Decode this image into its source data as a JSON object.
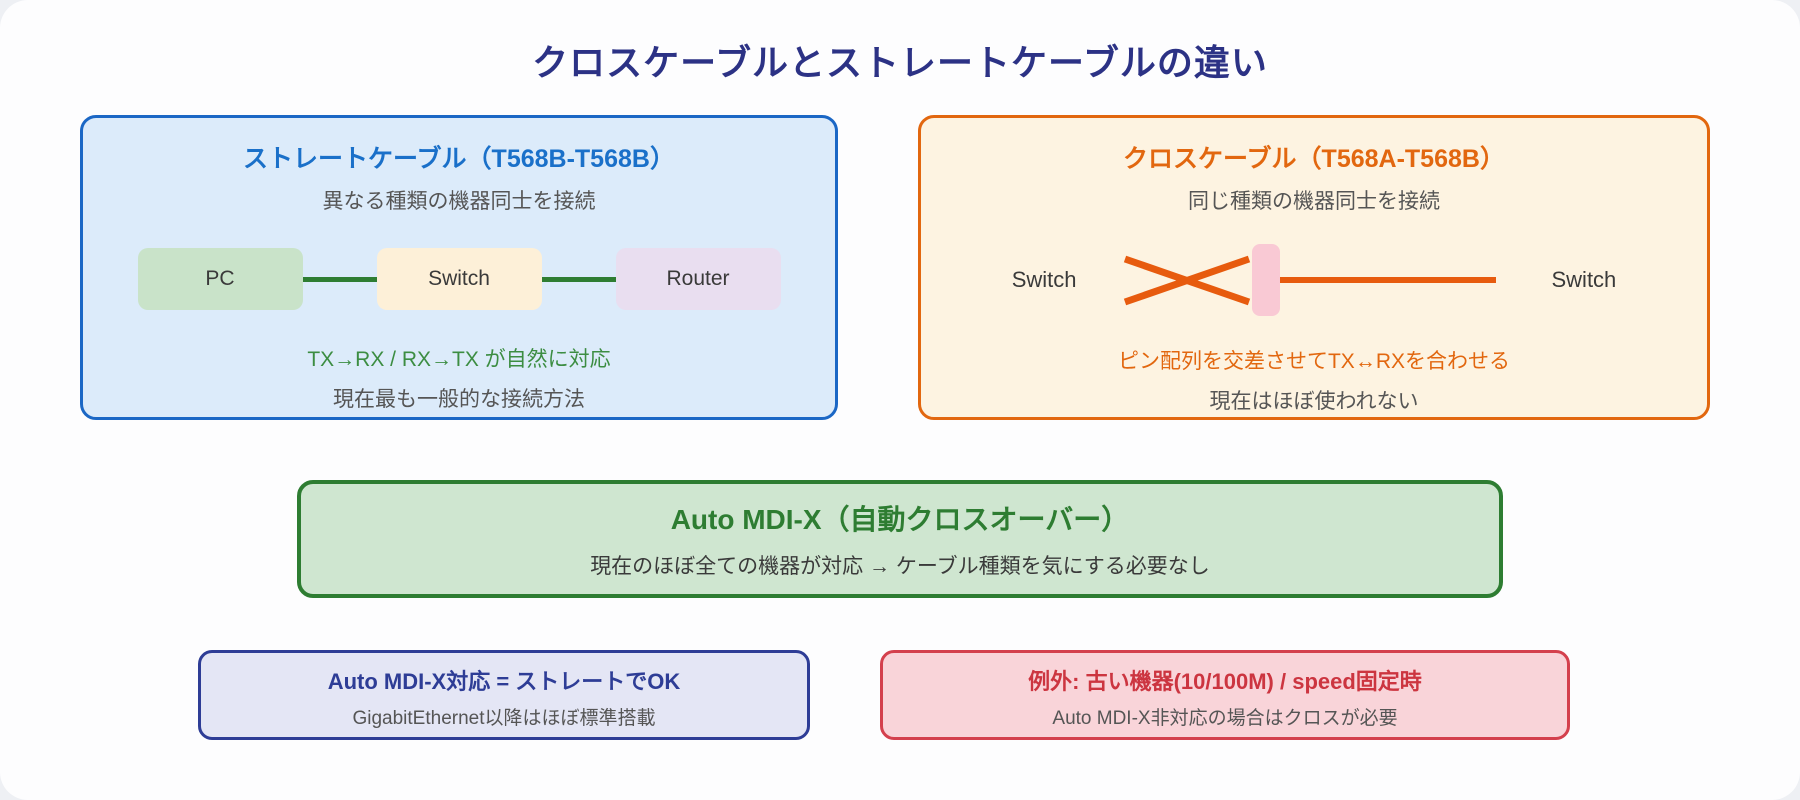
{
  "title": "クロスケーブルとストレートケーブルの違い",
  "colors": {
    "page_bg": "#eef0f4",
    "canvas_bg": "#fdfdfe",
    "title_navy": "#2c3285",
    "blue_border": "#1b67c5",
    "blue_bg": "#dcebfa",
    "blue_title": "#1a70c9",
    "orange_border": "#e2670f",
    "orange_bg": "#fdf3e1",
    "orange_line": "#e75b0e",
    "green_dark": "#2e7d32",
    "green_bg": "#cfe6d0",
    "green_note": "#3c8d42",
    "device_pc_bg": "#c9e3c9",
    "device_switch_bg": "#fdf0d8",
    "device_router_bg": "#e9def0",
    "pink_connector": "#f9c9d4",
    "lavender_bg": "#e4e6f5",
    "lavender_border": "#2e3d96",
    "red_bg": "#f9d4d9",
    "red_border": "#d4404d",
    "red_title": "#cc3540",
    "text_dark": "#3a3a3a",
    "text_muted": "#555555"
  },
  "straight_card": {
    "title": "ストレートケーブル（T568B-T568B）",
    "subtitle": "異なる種類の機器同士を接続",
    "devices": [
      {
        "label": "PC"
      },
      {
        "label": "Switch"
      },
      {
        "label": "Router"
      }
    ],
    "note_accent": "TX→RX / RX→TX が自然に対応",
    "note_muted": "現在最も一般的な接続方法"
  },
  "cross_card": {
    "title": "クロスケーブル（T568A-T568B）",
    "subtitle": "同じ種類の機器同士を接続",
    "left_device": "Switch",
    "right_device": "Switch",
    "note_accent": "ピン配列を交差させてTX↔RXを合わせる",
    "note_muted": "現在はほぼ使われない"
  },
  "mdix_banner": {
    "title": "Auto MDI-X（自動クロスオーバー）",
    "subtitle": "現在のほぼ全ての機器が対応 → ケーブル種類を気にする必要なし"
  },
  "bottom_left": {
    "title": "Auto MDI-X対応 = ストレートでOK",
    "subtitle": "GigabitEthernet以降はほぼ標準搭載"
  },
  "bottom_right": {
    "title": "例外: 古い機器(10/100M) / speed固定時",
    "subtitle": "Auto MDI-X非対応の場合はクロスが必要"
  }
}
